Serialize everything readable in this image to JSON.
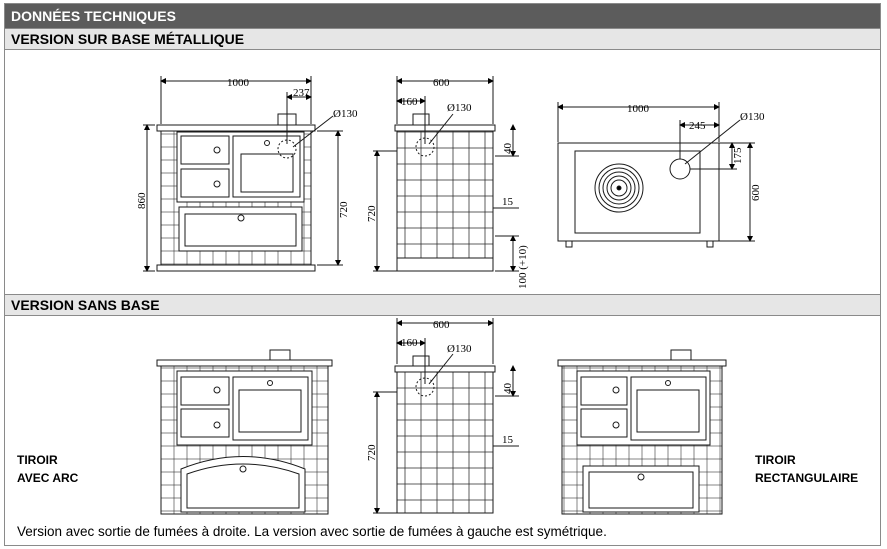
{
  "header": {
    "title": "DONNÉES TECHNIQUES"
  },
  "sections": {
    "with_base": {
      "title": "VERSION SUR BASE MÉTALLIQUE"
    },
    "without_base": {
      "title": "VERSION SANS BASE"
    }
  },
  "labels": {
    "drawer_arc_line1": "TIROIR",
    "drawer_arc_line2": "AVEC ARC",
    "drawer_rect_line1": "TIROIR",
    "drawer_rect_line2": "RECTANGULAIRE"
  },
  "dimensions": {
    "width_1000": "1000",
    "offset_237": "237",
    "flue_130": "Ø130",
    "height_860": "860",
    "height_720": "720",
    "depth_600": "600",
    "offset_160": "160",
    "offset_40": "40",
    "offset_15": "15",
    "base_100": "100 (+10)",
    "offset_245": "245",
    "offset_175": "175"
  },
  "footnote": "Version avec sortie de fumées à droite. La version avec sortie de fumées à gauche est symétrique.",
  "colors": {
    "header_bg": "#5c5c5c",
    "band_bg": "#e6e6e6",
    "line": "#1a1a1a"
  }
}
